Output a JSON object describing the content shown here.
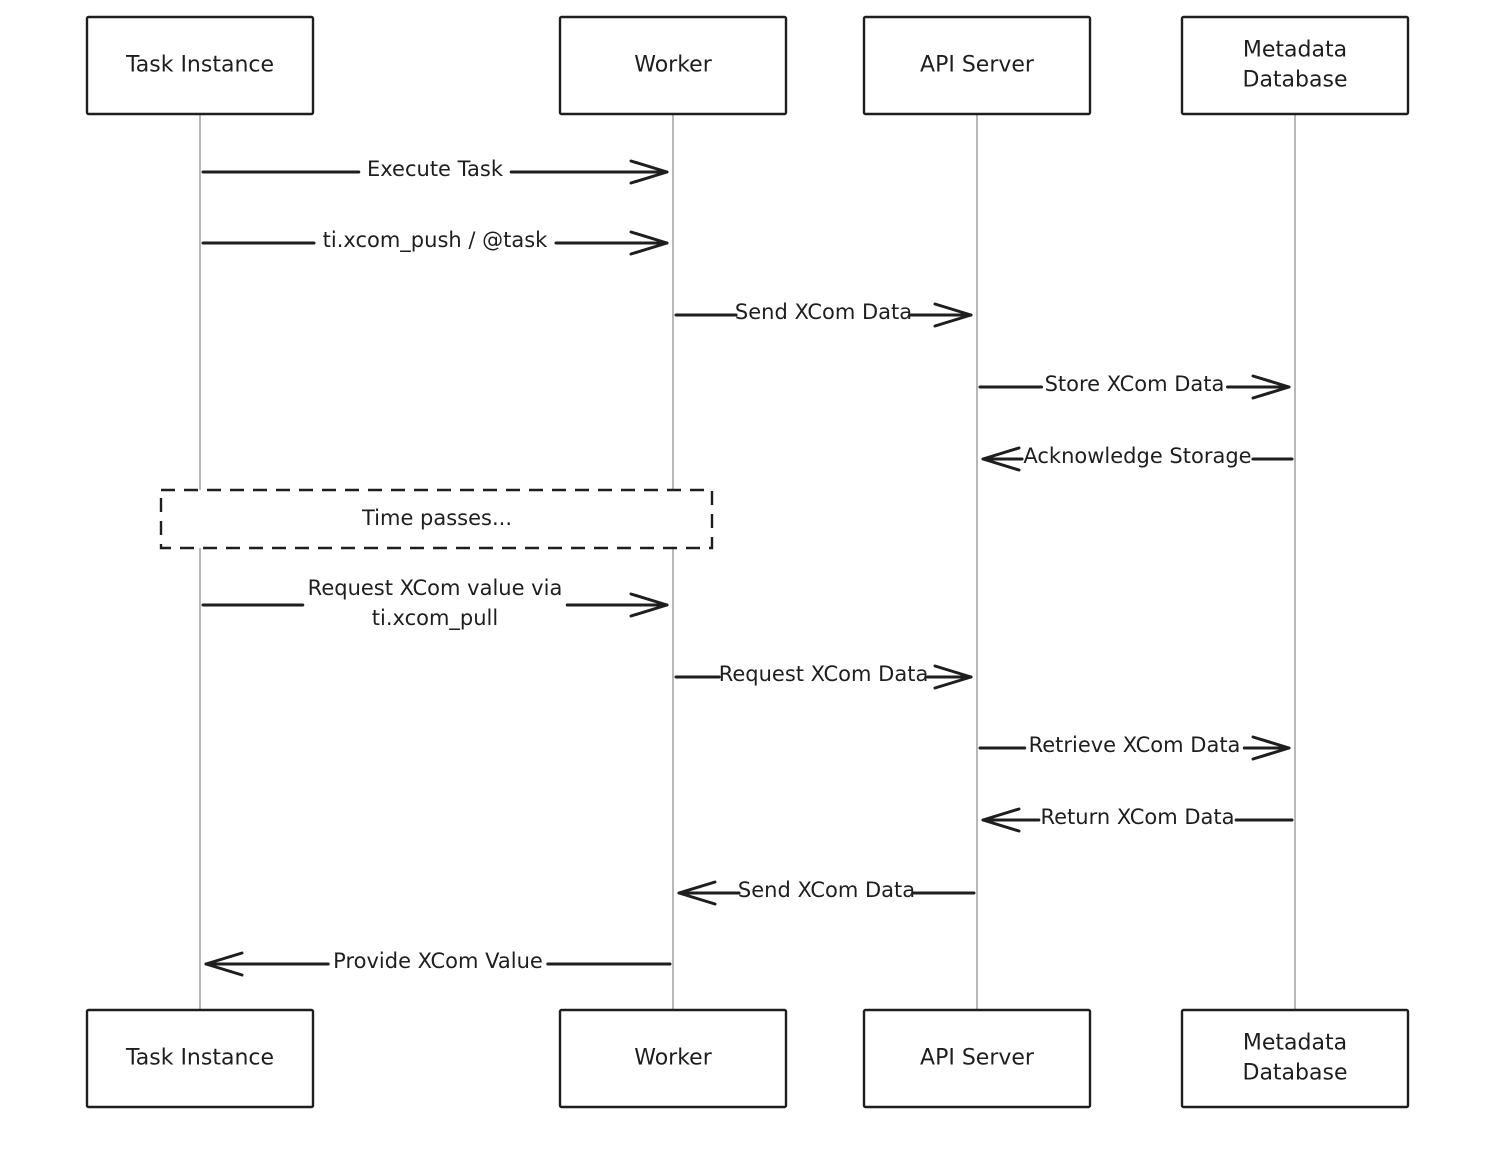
{
  "actors": [
    {
      "id": "task-instance",
      "label_lines": [
        "Task Instance"
      ]
    },
    {
      "id": "worker",
      "label_lines": [
        "Worker"
      ]
    },
    {
      "id": "api-server",
      "label_lines": [
        "API Server"
      ]
    },
    {
      "id": "metadata-database",
      "label_lines": [
        "Metadata",
        "Database"
      ]
    }
  ],
  "messages": [
    {
      "from": "task-instance",
      "to": "worker",
      "label_lines": [
        "Execute Task"
      ]
    },
    {
      "from": "task-instance",
      "to": "worker",
      "label_lines": [
        "ti.xcom_push / @task"
      ]
    },
    {
      "from": "worker",
      "to": "api-server",
      "label_lines": [
        "Send XCom Data"
      ]
    },
    {
      "from": "api-server",
      "to": "metadata-database",
      "label_lines": [
        "Store XCom Data"
      ]
    },
    {
      "from": "metadata-database",
      "to": "api-server",
      "label_lines": [
        "Acknowledge Storage"
      ]
    },
    {
      "from": "task-instance",
      "to": "worker",
      "label_lines": [
        "Request XCom value via",
        "ti.xcom_pull"
      ]
    },
    {
      "from": "worker",
      "to": "api-server",
      "label_lines": [
        "Request XCom Data"
      ]
    },
    {
      "from": "api-server",
      "to": "metadata-database",
      "label_lines": [
        "Retrieve XCom Data"
      ]
    },
    {
      "from": "metadata-database",
      "to": "api-server",
      "label_lines": [
        "Return XCom Data"
      ]
    },
    {
      "from": "api-server",
      "to": "worker",
      "label_lines": [
        "Send XCom Data"
      ]
    },
    {
      "from": "worker",
      "to": "task-instance",
      "label_lines": [
        "Provide XCom Value"
      ]
    }
  ],
  "note": {
    "label": "Time passes...",
    "spans": [
      "task-instance",
      "worker"
    ]
  }
}
